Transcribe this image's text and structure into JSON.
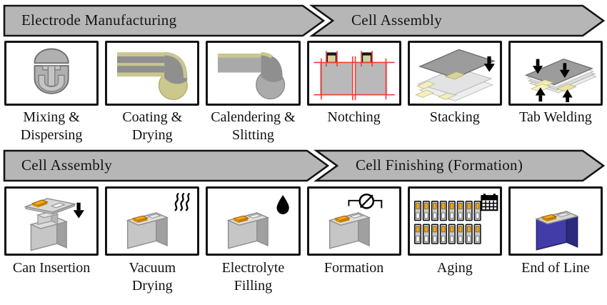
{
  "banners": {
    "electrode_manufacturing": "Electrode Manufacturing",
    "cell_assembly_top": "Cell Assembly",
    "cell_assembly_bottom": "Cell Assembly",
    "cell_finishing": "Cell Finishing (Formation)"
  },
  "colors": {
    "banner_fill": "#b6b6b6",
    "outline": "#141414",
    "terminal_orange": "#f6a70e",
    "web_khaki": "#c9c68f",
    "tab_pale_yellow": "#f2efc0",
    "cut_line_red": "#f23c33",
    "finished_cell_blue": "#413ca8"
  },
  "rows": {
    "row1": {
      "steps": [
        {
          "label": "Mixing &\nDispersing",
          "icon": "mixing-vessel-icon"
        },
        {
          "label": "Coating &\nDrying",
          "icon": "coating-roller-icon"
        },
        {
          "label": "Calendering &\nSlitting",
          "icon": "calendering-roller-icon"
        },
        {
          "label": "Notching",
          "icon": "notching-icon"
        },
        {
          "label": "Stacking",
          "icon": "stacking-icon"
        },
        {
          "label": "Tab Welding",
          "icon": "tab-welding-icon"
        }
      ]
    },
    "row2": {
      "steps": [
        {
          "label": "Can Insertion",
          "icon": "can-insertion-icon"
        },
        {
          "label": "Vacuum\nDrying",
          "icon": "vacuum-drying-icon"
        },
        {
          "label": "Electrolyte\nFilling",
          "icon": "electrolyte-filling-icon"
        },
        {
          "label": "Formation",
          "icon": "formation-icon"
        },
        {
          "label": "Aging",
          "icon": "aging-icon"
        },
        {
          "label": "End of Line",
          "icon": "end-of-line-icon"
        }
      ]
    }
  }
}
